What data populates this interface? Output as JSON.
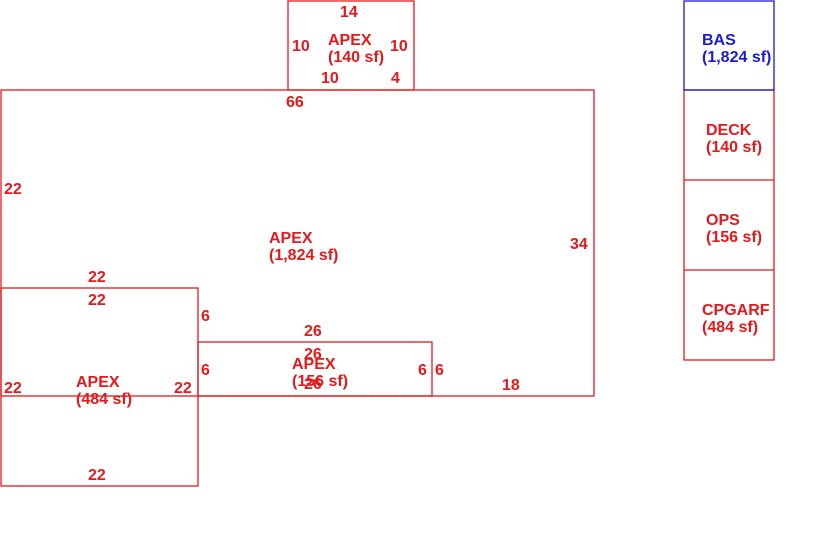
{
  "areas": [
    {
      "name": "APEX",
      "area": "(140 sf)"
    },
    {
      "name": "APEX",
      "area": "(1,824 sf)"
    },
    {
      "name": "APEX",
      "area": "(484 sf)"
    },
    {
      "name": "APEX",
      "area": "(156 sf)"
    }
  ],
  "dimensions": {
    "top_width": "14",
    "top_left": "10",
    "top_right": "10",
    "top_bottom": "10",
    "top_bottom_right": "4",
    "main_top": "66",
    "main_left": "22",
    "main_right": "34",
    "main_bottom_right": "18",
    "main_inner_left": "22",
    "left_top": "22",
    "left_left": "22",
    "left_right": "22",
    "left_bottom": "22",
    "notch_left_upper": "6",
    "notch_left_lower": "6",
    "small_top_outer": "26",
    "small_top_inner": "26",
    "small_bottom": "26",
    "small_right_inner": "6",
    "small_right_outer": "6"
  },
  "legend": [
    {
      "code": "BAS",
      "area": "(1,824 sf)",
      "color": "#1a1ad9"
    },
    {
      "code": "DECK",
      "area": "(140 sf)",
      "color": "#e31a1c"
    },
    {
      "code": "OPS",
      "area": "(156 sf)",
      "color": "#e31a1c"
    },
    {
      "code": "CPGARF",
      "area": "(484 sf)",
      "color": "#e31a1c"
    }
  ]
}
